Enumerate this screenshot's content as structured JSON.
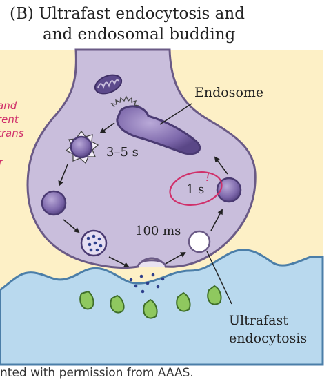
{
  "title": {
    "line1": "(B) Ultrafast endocytosis and",
    "line2": "and endosomal budding"
  },
  "labels": {
    "endosome": "Endosome",
    "time_3_5": "3–5 s",
    "time_1s": "1 s",
    "time_100ms": "100 ms",
    "ultrafast_line1": "Ultrafast",
    "ultrafast_line2": "endocytosis"
  },
  "handwritten": {
    "note_line1": "and",
    "note_line2": "rent",
    "note_line3": "trans",
    "note_line4": "r",
    "circle_mark": "!"
  },
  "credit": "nted with permission from AAAS.",
  "colors": {
    "background_cream": "#fdf0c6",
    "terminal_fill": "#c9bedc",
    "terminal_stroke": "#6a5a86",
    "vesicle_fill": "#8b78b6",
    "vesicle_dark": "#5d4a8c",
    "postsynaptic_fill": "#b9d9ee",
    "receptor_green": "#8fc85f",
    "annotation_pink": "#d0306a"
  }
}
